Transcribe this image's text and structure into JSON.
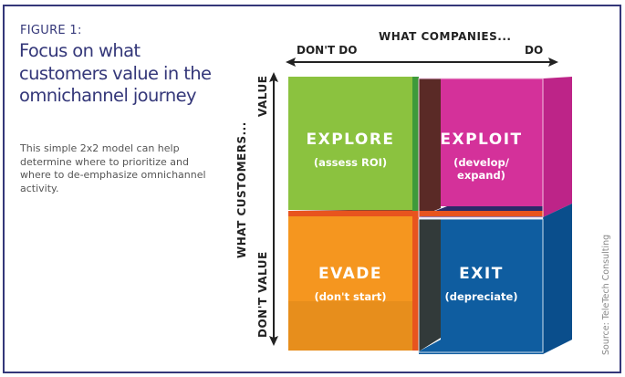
{
  "figure_label": "FIGURE 1:",
  "title": "Focus on what customers value in the omnichannel journey",
  "description": "This simple 2x2 model can help determine where to prioritize and where to de-emphasize omnichannel activity.",
  "x_axis": {
    "title": "WHAT COMPANIES...",
    "left_label": "DON'T DO",
    "right_label": "DO"
  },
  "y_axis": {
    "title": "WHAT CUSTOMERS...",
    "top_label": "VALUE",
    "bottom_label": "DON'T VALUE"
  },
  "quadrants": [
    {
      "position": "top-left",
      "name": "EXPLORE",
      "sub": "(assess ROI)",
      "color": "#8BC23F"
    },
    {
      "position": "top-right",
      "name": "EXPLOIT",
      "sub": "(develop/ expand)",
      "color": "#D4319A"
    },
    {
      "position": "bottom-left",
      "name": "EVADE",
      "sub": "(don't start)",
      "color": "#F5961F"
    },
    {
      "position": "bottom-right",
      "name": "EXIT",
      "sub": "(depreciate)",
      "color": "#0F5DA0"
    }
  ],
  "source": "Source: TeleTech Consulting",
  "colors": {
    "frame": "#343779",
    "title": "#343779"
  }
}
